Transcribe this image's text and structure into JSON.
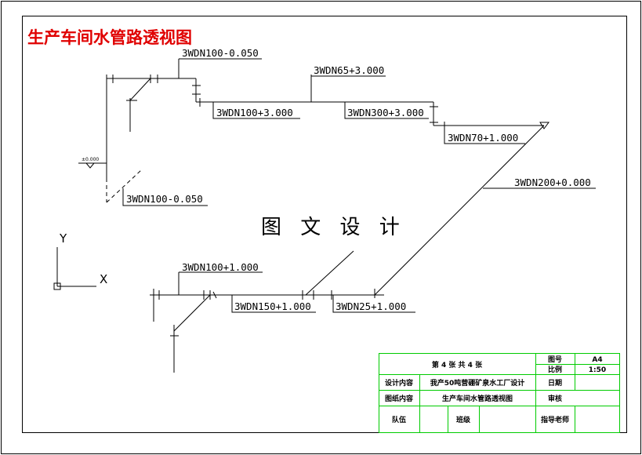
{
  "title": "生产车间水管路透视图",
  "watermark": "图 文 设 计",
  "elevation_mark": "±0.000",
  "axis": {
    "y": "Y",
    "x": "X"
  },
  "pipe_labels": [
    "3WDN100-0.050",
    "3WDN65+3.000",
    "3WDN100+3.000",
    "3WDN300+3.000",
    "3WDN70+1.000",
    "3WDN200+0.000",
    "3WDN100-0.050",
    "3WDN100+1.000",
    "3WDN150+1.000",
    "3WDN25+1.000"
  ],
  "title_block": {
    "sheet": "第 4 张    共 4 张",
    "drawing_no_label": "图号",
    "drawing_no": "A4",
    "scale_label": "比例",
    "scale": "1:50",
    "design_content_label": "设计内容",
    "design_content": "我产50吨营硼矿泉水工厂设计",
    "date_label": "日期",
    "drawing_content_label": "图纸内容",
    "drawing_content": "生产车间水管路透视图",
    "review_label": "审核",
    "team_label": "队伍",
    "class_label": "班级",
    "advisor_label": "指导老师"
  },
  "colors": {
    "title": "#e00000",
    "title_block": "#00cc00",
    "lines": "#000000"
  }
}
